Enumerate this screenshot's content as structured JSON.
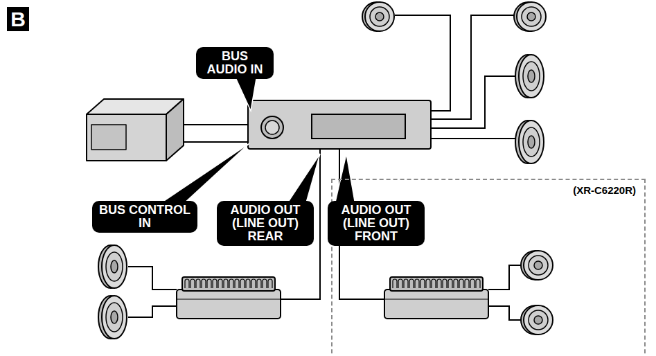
{
  "diagram": {
    "nodes": [
      {
        "text": [
          "B"
        ]
      },
      {
        "text": [
          "BUS AUDIO IN"
        ]
      },
      {
        "text": [
          "(XR-C6220R)"
        ]
      },
      {
        "text": [
          "BUS CONTROL IN"
        ]
      },
      {
        "text": [
          "AUDIO OUT (LINE OUT) REAR"
        ]
      },
      {
        "text": [
          "AUDIO OUT (LINE OUT) FRONT"
        ]
      }
    ]
  }
}
